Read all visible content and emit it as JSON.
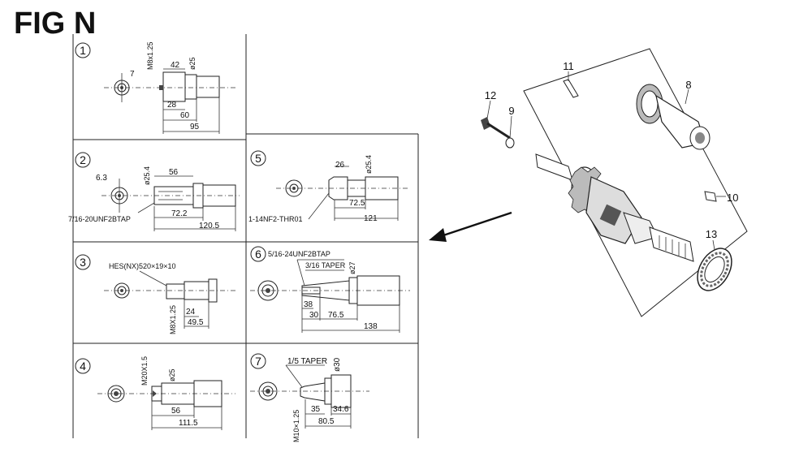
{
  "title": "FIG N",
  "panels": [
    {
      "num": "1",
      "dims": [
        "7",
        "42",
        "M8x1.25",
        "ø25",
        "28",
        "60",
        "95"
      ]
    },
    {
      "num": "2",
      "dims": [
        "6.3",
        "ø25.4",
        "56",
        "7/16-20UNF2BTAP",
        "72.2",
        "120.5"
      ]
    },
    {
      "num": "3",
      "dims": [
        "HES(NX)520×19×10",
        "M8X1.25",
        "24",
        "49.5"
      ]
    },
    {
      "num": "4",
      "dims": [
        "M20X1.5",
        "ø25",
        "56",
        "111.5"
      ]
    },
    {
      "num": "5",
      "dims": [
        "26",
        "ø25.4",
        "1-14NF2-THR01",
        "72.5",
        "121"
      ]
    },
    {
      "num": "6",
      "dims": [
        "5/16-24UNF2BTAP",
        "3/16 TAPER",
        "ø27",
        "38",
        "30",
        "76.5",
        "138"
      ]
    },
    {
      "num": "7",
      "dims": [
        "1/5 TAPER",
        "ø30",
        "M10×1.25",
        "35",
        "34.6",
        "80.5"
      ]
    }
  ],
  "callouts": [
    "8",
    "9",
    "10",
    "11",
    "12",
    "13"
  ]
}
